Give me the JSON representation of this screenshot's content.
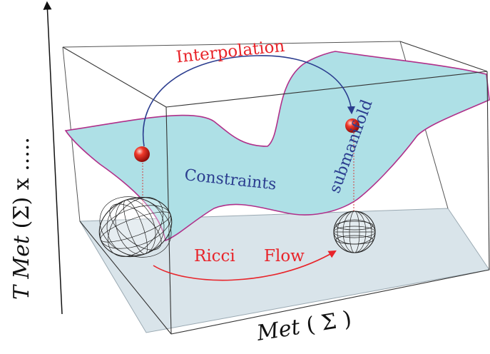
{
  "diagram": {
    "labels": {
      "interpolation": "Interpolation",
      "submanifold": "submanifold",
      "constraints": "Constraints",
      "ricci": "Ricci",
      "flow": "Flow",
      "x_axis_italic": "Met",
      "x_axis_rest": " ( Σ )",
      "y_axis_italic": "T Met",
      "y_axis_rest": " (Σ) x ....."
    },
    "colors": {
      "surface_fill": "#aee0e6",
      "surface_edge": "#b0308a",
      "floor_fill": "#d9e4ea",
      "box_line": "#444444",
      "arrow_blue": "#2b3d8f",
      "arrow_red": "#e8242a",
      "point_red": "#e02020",
      "text_red": "#e8242a",
      "text_blue": "#2b3d8f"
    },
    "icons": [
      "red-sphere-point",
      "wireframe-ellipsoid",
      "wireframe-sphere"
    ]
  }
}
